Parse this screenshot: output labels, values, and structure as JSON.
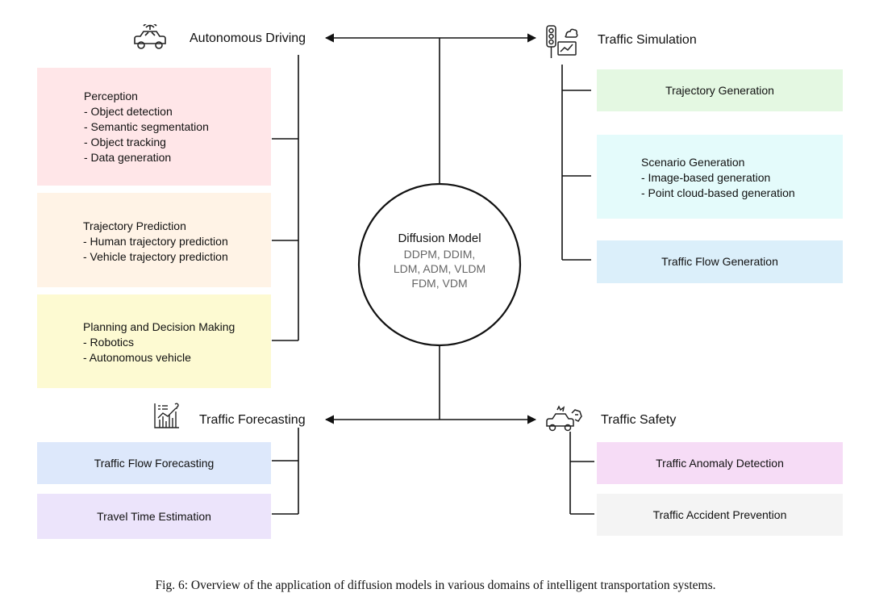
{
  "center": {
    "title": "Diffusion Model",
    "models": [
      "DDPM, DDIM,",
      "LDM, ADM, VLDM",
      "FDM, VDM"
    ]
  },
  "autonomous_driving": {
    "label": "Autonomous Driving",
    "icon": "autonomous-car-icon",
    "boxes": [
      {
        "title": "Perception",
        "items": [
          "- Object detection",
          "- Semantic segmentation",
          "- Object tracking",
          "- Data generation"
        ],
        "color": "#ffe6e8"
      },
      {
        "title": "Trajectory Prediction",
        "items": [
          "- Human trajectory prediction",
          "- Vehicle trajectory prediction"
        ],
        "color": "#fff3e6"
      },
      {
        "title": "Planning and Decision Making",
        "items": [
          "- Robotics",
          "- Autonomous vehicle"
        ],
        "color": "#fdfad2"
      }
    ]
  },
  "traffic_simulation": {
    "label": "Traffic Simulation",
    "icon": "traffic-light-icon",
    "boxes": [
      {
        "title": "Trajectory Generation",
        "items": [],
        "color": "#e4f8e2"
      },
      {
        "title": "Scenario Generation",
        "items": [
          "- Image-based generation",
          "- Point cloud-based generation"
        ],
        "color": "#e4fbfb"
      },
      {
        "title": "Traffic Flow Generation",
        "items": [],
        "color": "#dbeffa"
      }
    ]
  },
  "traffic_forecasting": {
    "label": "Traffic Forecasting",
    "icon": "chart-growth-icon",
    "boxes": [
      {
        "title": "Traffic Flow Forecasting",
        "color": "#dde8fb"
      },
      {
        "title": "Travel Time Estimation",
        "color": "#ece4fb"
      }
    ]
  },
  "traffic_safety": {
    "label": "Traffic Safety",
    "icon": "car-crash-icon",
    "boxes": [
      {
        "title": "Traffic Anomaly Detection",
        "color": "#f6dcf6"
      },
      {
        "title": "Traffic Accident Prevention",
        "color": "#f4f4f4"
      }
    ]
  },
  "caption": "Fig. 6: Overview of the application of diffusion models in various domains of intelligent transportation systems."
}
